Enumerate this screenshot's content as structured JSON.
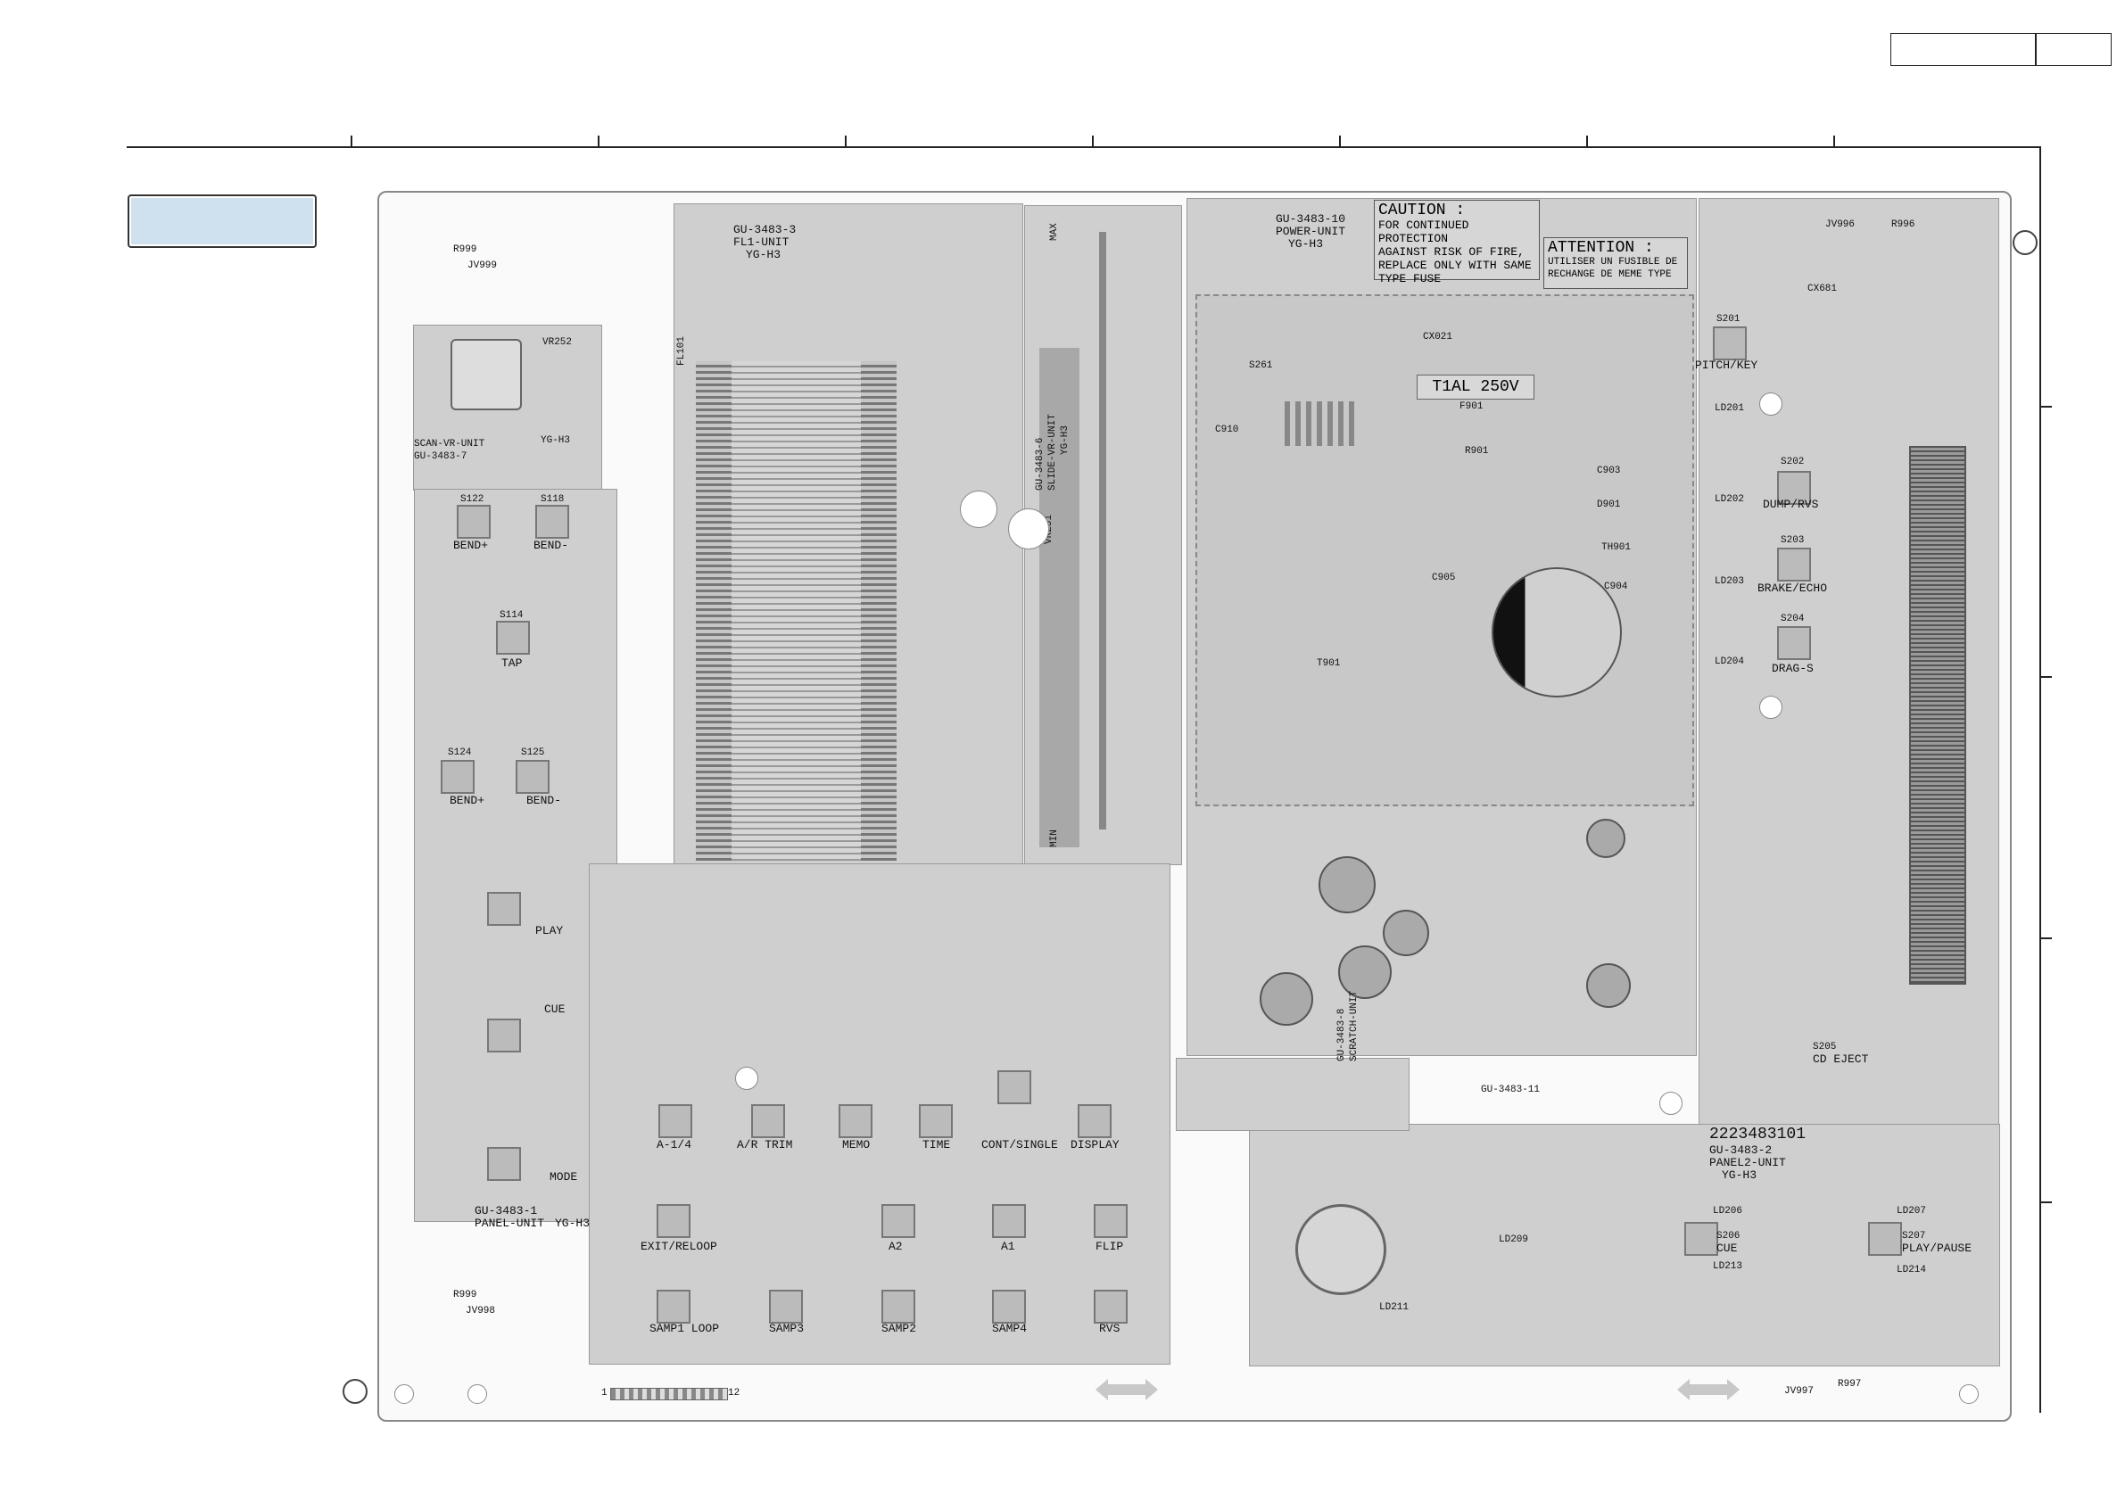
{
  "header": {
    "box_left": "",
    "box_right": ""
  },
  "legend": {
    "text": ""
  },
  "caution": {
    "title": "CAUTION :",
    "lines": [
      "FOR CONTINUED PROTECTION",
      "AGAINST RISK OF FIRE,",
      "REPLACE ONLY WITH SAME",
      "TYPE FUSE"
    ]
  },
  "attention": {
    "title": "ATTENTION :",
    "lines": [
      "UTILISER UN FUSIBLE DE",
      "RECHANGE DE MEME TYPE"
    ]
  },
  "fuse_rating": "T1AL 250V",
  "units": {
    "fl": [
      "GU-3483-3",
      "FL1-UNIT",
      "YG-H3"
    ],
    "power": [
      "GU-3483-10",
      "POWER-UNIT",
      "YG-H3"
    ],
    "slide": [
      "GU-3483-6",
      "SLIDE-VR-UNIT",
      "YG-H3"
    ],
    "scan": [
      "SCAN-VR-UNIT",
      "GU-3483-7",
      "YG-H3"
    ],
    "panel1": [
      "GU-3483-1",
      "PANEL-UNIT",
      "YG-H3"
    ],
    "panel2": [
      "2223483101",
      "GU-3483-2",
      "PANEL2-UNIT",
      "YG-H3"
    ],
    "scratch": [
      "GU-3483-8",
      "SCRATCH-UNIT",
      "GU-3483-11"
    ]
  },
  "switch_labels": {
    "bend_plus": "BEND+",
    "bend_minus": "BEND-",
    "tap": "TAP",
    "q_bend_plus": "BEND+",
    "q_bend_minus": "BEND-",
    "play": "PLAY",
    "cue": "CUE",
    "mode": "MODE",
    "a_minus_1_4": "A-1/4",
    "ar_trim": "A/R TRIM",
    "memo": "MEMO",
    "time": "TIME",
    "cont_single": "CONT/SINGLE",
    "display": "DISPLAY",
    "exit_reloop": "EXIT/RELOOP",
    "a2": "A2",
    "a1": "A1",
    "flip": "FLIP",
    "samp1_loop": "SAMP1 LOOP",
    "samp3": "SAMP3",
    "samp2": "SAMP2",
    "samp4": "SAMP4",
    "rvs": "RVS",
    "pitch_key": "PITCH/KEY",
    "dump_rvs": "DUMP/RVS",
    "brake_echo": "BRAKE/ECHO",
    "drag_s": "DRAG-S",
    "cd_eject": "CD EJECT",
    "cue2": "CUE",
    "play_pause": "PLAY/PAUSE"
  },
  "refs": {
    "s122": "S122",
    "s118": "S118",
    "s114": "S114",
    "s124": "S124",
    "s125": "S125",
    "vr252": "VR252",
    "vr251": "VR251",
    "fl101": "FL101",
    "f901": "F901",
    "t901": "T901",
    "r901": "R901",
    "d901": "D901",
    "th901": "TH901",
    "c903": "C903",
    "c904": "C904",
    "c905": "C905",
    "cx021": "CX021",
    "s201": "S201",
    "s202": "S202",
    "s203": "S203",
    "s204": "S204",
    "ld201": "LD201",
    "ld202": "LD202",
    "ld203": "LD203",
    "ld204": "LD204",
    "s205": "S205",
    "s206": "S206",
    "s207": "S207",
    "ld207": "LD207",
    "ld206": "LD206",
    "ld213": "LD213",
    "ld214": "LD214",
    "ld209": "LD209",
    "ld211": "LD211",
    "r999a": "R999",
    "jv999a": "JV999",
    "r999b": "R999",
    "jv998": "JV998",
    "r996": "R996",
    "jv996": "JV996",
    "r997": "R997",
    "jv997": "JV997",
    "max": "MAX",
    "min": "MIN",
    "cx681": "CX681",
    "s261": "S261",
    "c910": "C910",
    "pin1": "1",
    "pin12": "12"
  },
  "colors": {
    "board": "#cfcfcf",
    "trace": "#a8a8a8",
    "legend_fill": "#cfe1ef"
  }
}
